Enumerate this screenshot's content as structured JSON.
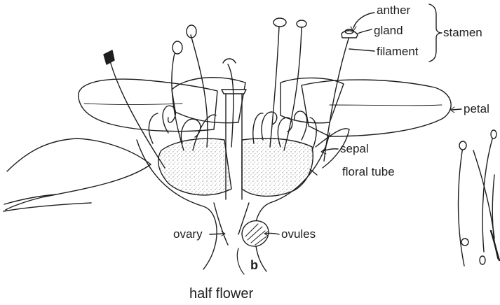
{
  "labels": {
    "anther": "anther",
    "gland": "gland",
    "stamen": "stamen",
    "filament": "filament",
    "petal": "petal",
    "sepal": "sepal",
    "floral_tube": "floral tube",
    "ovary": "ovary",
    "ovules": "ovules",
    "panel_letter": "b",
    "caption": "half flower"
  },
  "colors": {
    "ink": "#1e1e1e",
    "background": "#ffffff",
    "stipple": "#8a8a8a"
  }
}
